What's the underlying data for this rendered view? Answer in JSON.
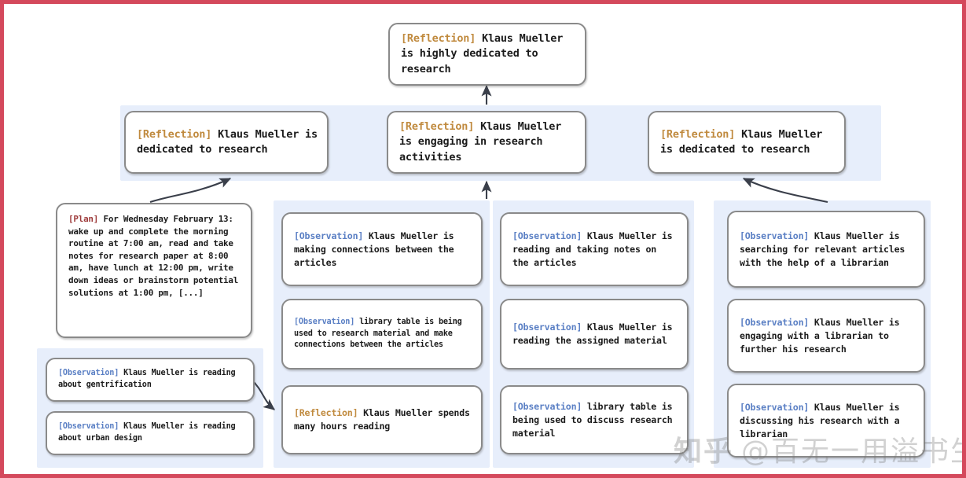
{
  "theme": {
    "border_color": "#d4495c",
    "panel_color": "#e7eefb",
    "node_border": "#8a8a8a",
    "reflection_tag_color": "#c08a3e",
    "observation_tag_color": "#5a7fc4",
    "plan_tag_color": "#9e3b3b",
    "arrow_color": "#3a3f4a"
  },
  "tags": {
    "reflection": "[Reflection]",
    "observation": "[Observation]",
    "plan": "[Plan]"
  },
  "root": {
    "tag": "[Reflection]",
    "text": " Klaus Mueller is highly dedicated to research"
  },
  "reflections": [
    {
      "tag": "[Reflection]",
      "text": " Klaus Mueller is dedicated to research"
    },
    {
      "tag": "[Reflection]",
      "text": " Klaus Mueller is engaging in research activities"
    },
    {
      "tag": "[Reflection]",
      "text": " Klaus Mueller is dedicated to research"
    }
  ],
  "plan_node": {
    "tag": "[Plan]",
    "text": " For Wednesday February 13: wake up and complete the morning routine at 7:00 am, read and take notes for research paper at 8:00 am, have lunch at 12:00 pm, write down ideas or brainstorm potential solutions at 1:00 pm, [...]"
  },
  "group_left": {
    "items": [
      {
        "tag": "[Observation]",
        "text": " Klaus Mueller is reading about gentrification"
      },
      {
        "tag": "[Observation]",
        "text": " Klaus Mueller is reading about urban design"
      }
    ]
  },
  "group_one": {
    "items": [
      {
        "tag": "[Observation]",
        "text": " Klaus Mueller is making connections between the articles"
      },
      {
        "tag": "[Observation]",
        "text": " library table is being used to research material and make connections between the articles"
      },
      {
        "tag": "[Reflection]",
        "text": " Klaus Mueller spends many hours reading"
      }
    ]
  },
  "group_two": {
    "items": [
      {
        "tag": "[Observation]",
        "text": " Klaus Mueller is reading and taking notes on the articles"
      },
      {
        "tag": "[Observation]",
        "text": " Klaus Mueller is reading the assigned material"
      },
      {
        "tag": "[Observation]",
        "text": " library table is being used to discuss research material"
      }
    ]
  },
  "group_three": {
    "items": [
      {
        "tag": "[Observation]",
        "text": " Klaus Mueller is searching for relevant articles with the help of a librarian"
      },
      {
        "tag": "[Observation]",
        "text": " Klaus Mueller is engaging with a librarian to further his research"
      },
      {
        "tag": "[Observation]",
        "text": " Klaus Mueller is discussing his research with a librarian"
      }
    ]
  },
  "watermark": {
    "logo": "知乎",
    "handle": "@百无一用溢书生"
  }
}
